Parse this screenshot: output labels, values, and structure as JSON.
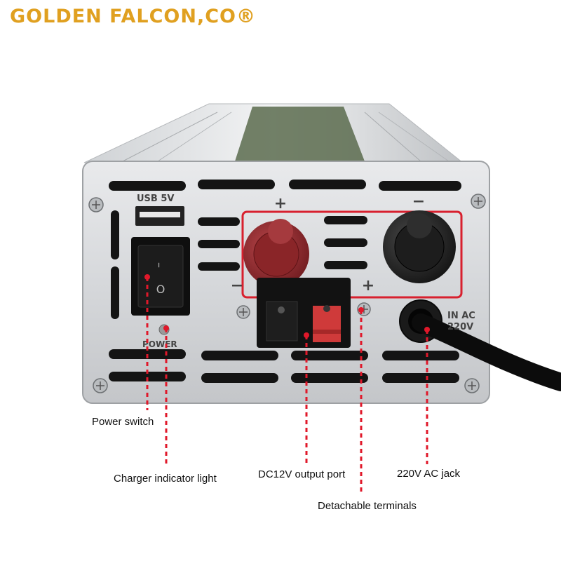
{
  "brand": {
    "name": "GOLDEN FALCON,CO®",
    "color": "#e0a020"
  },
  "device": {
    "usb_label": "USB 5V",
    "power_label": "POWER",
    "ac_in_line1": "IN AC",
    "ac_in_line2": "220V",
    "plus_sign": "+",
    "minus_sign": "−",
    "switch_on_mark": "–",
    "switch_off_mark": "O"
  },
  "callouts": {
    "power_switch": "Power switch",
    "charger_light": "Charger indicator light",
    "dc_output": "DC12V output port",
    "ac_jack": "220V AC jack",
    "detachable": "Detachable terminals"
  },
  "colors": {
    "callout_line": "#e0182a",
    "highlight_box": "#d8202e"
  }
}
